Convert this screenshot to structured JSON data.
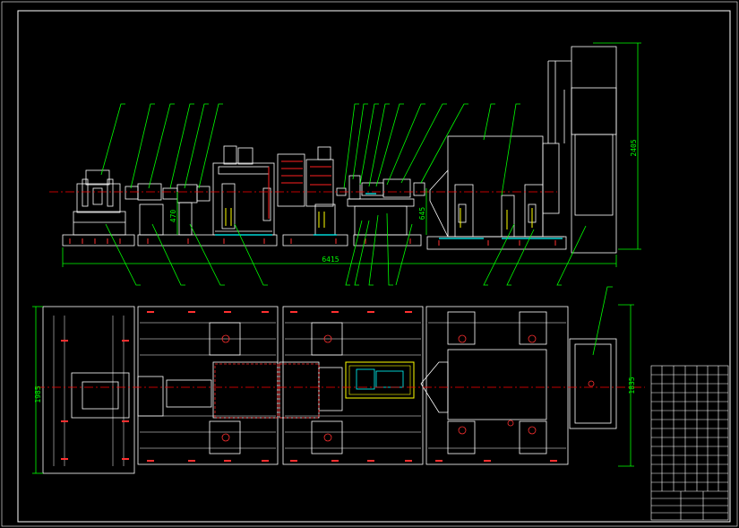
{
  "drawing": {
    "colors": {
      "background": "#000000",
      "outline": "#ffffff",
      "dimension": "#00ff00",
      "centerline": "#ff0000",
      "highlight": "#ffff00",
      "accent": "#00ffff",
      "leader": "#00ff00"
    },
    "elevation_view": {
      "dimensions": {
        "overall_length": "6415",
        "shaft_height_left": "470",
        "shaft_height_right": "645",
        "total_height": "2405"
      }
    },
    "plan_view": {
      "dimensions": {
        "left_width": "1985",
        "right_width": "1835"
      }
    },
    "title_block": {
      "drawing_title": "",
      "scale": ""
    }
  }
}
